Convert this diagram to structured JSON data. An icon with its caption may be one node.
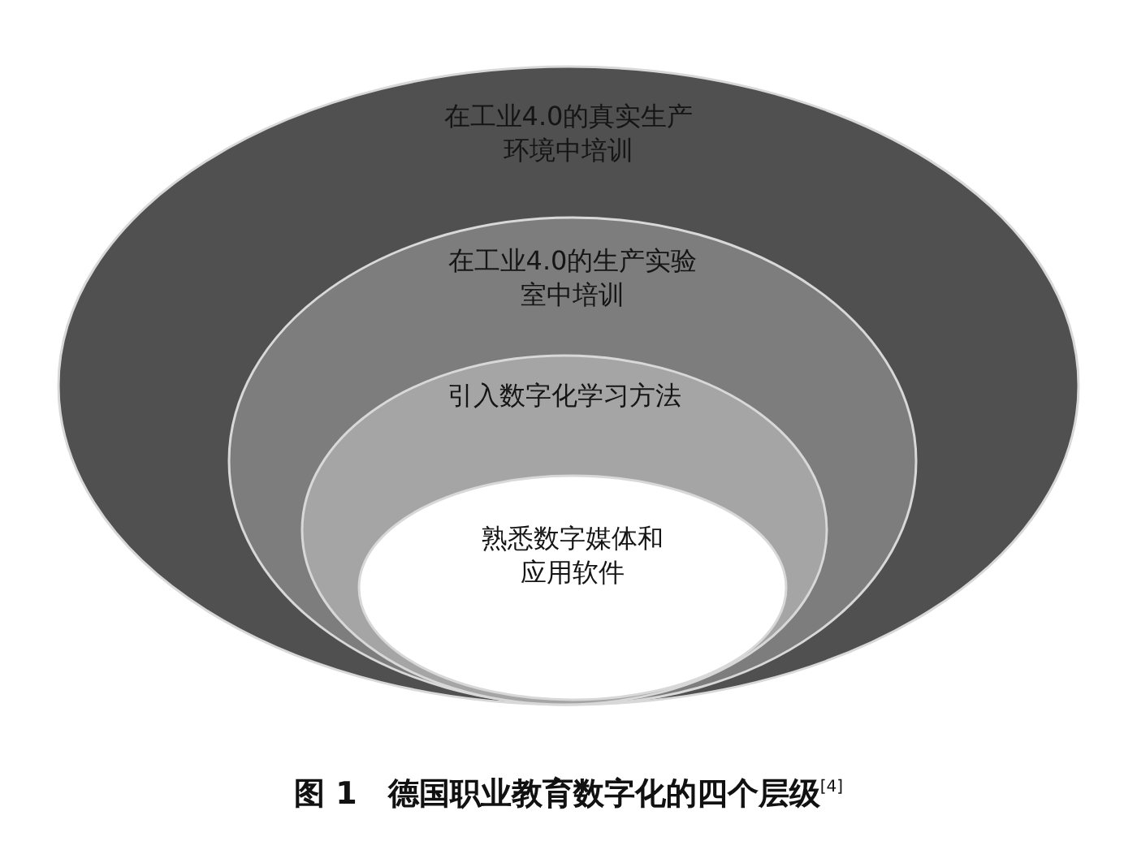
{
  "diagram": {
    "caption": "图 1　德国职业教育数字化的四个层级$^{[4]}$",
    "nodes": [
      {
        "text": [
          "在工业4.0的真实生产环境中培训"
        ]
      },
      {
        "text": [
          "在工业4.0的生产实验室中培训"
        ],
        "in": 0
      },
      {
        "text": [
          "引入数字化学习方法"
        ],
        "in": 1
      },
      {
        "text": [
          "熟悉数字媒体和应用软件"
        ],
        "in": 2
      }
    ]
  }
}
